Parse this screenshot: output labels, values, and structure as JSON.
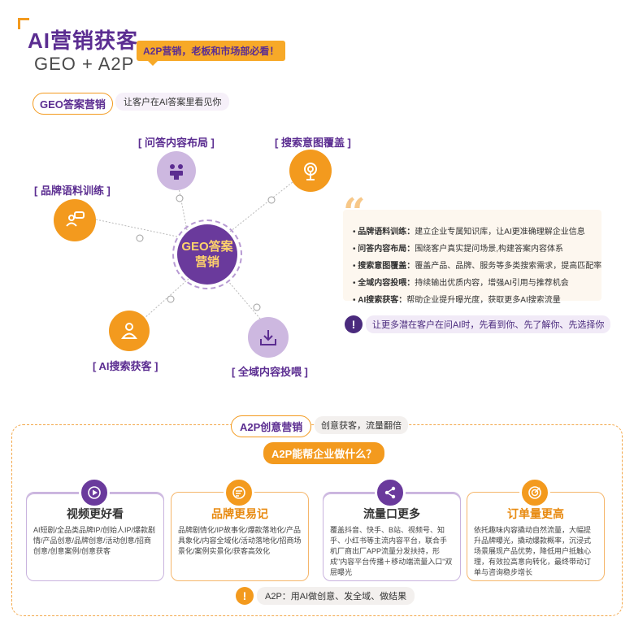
{
  "header": {
    "title": "AI营销获客",
    "subtitle": "GEO + A2P",
    "tag": "A2P营销，老板和市场部必看！"
  },
  "geo": {
    "pill": "GEO答案营销",
    "desc": "让客户在AI答案里看见你",
    "center_line1": "GEO答案",
    "center_line2": "营销",
    "nodes": {
      "qa": "[ 问答内容布局 ]",
      "search": "[ 搜索意图覆盖 ]",
      "brand": "[ 品牌语料训练 ]",
      "ai": "[ AI搜索获客 ]",
      "all": "[ 全域内容投喂 ]"
    },
    "list": [
      {
        "k": "品牌语料训练：",
        "v": "建立企业专属知识库，让AI更准确理解企业信息"
      },
      {
        "k": "问答内容布局：",
        "v": "围绕客户真实提问场景,构建答案内容体系"
      },
      {
        "k": "搜索意图覆盖：",
        "v": "覆盖产品、品牌、服务等多类搜索需求，提高匹配率"
      },
      {
        "k": "全域内容投喂：",
        "v": "持续输出优质内容，增强AI引用与推荐机会"
      },
      {
        "k": "AI搜索获客：",
        "v": "帮助企业提升曝光度，获取更多AI搜索流量"
      }
    ],
    "note_icon": "!",
    "note": "让更多潜在客户在问AI时，先看到你、先了解你、先选择你"
  },
  "a2p": {
    "pill": "A2P创意营销",
    "desc": "创意获客，流量翻倍",
    "question": "A2P能帮企业做什么？",
    "cards": [
      {
        "title": "视频更好看",
        "text": "AI短剧/全品类品牌IP/创始人IP/爆款剧情/产品创意/品牌创意/活动创意/招商创意/创意案例/创意获客"
      },
      {
        "title": "品牌更易记",
        "text": "品牌剧情化/IP故事化/爆款落地化/产品具象化/内容全域化/活动落地化/招商场景化/案例实景化/获客高效化"
      },
      {
        "title": "流量口更多",
        "text": "覆盖抖音、快手、B站、视频号、知乎、小红书等主流内容平台，联合手机厂商出厂APP流量分发扶持，形成\"内容平台传播＋移动端流量入口\"双层曝光"
      },
      {
        "title": "订单量更高",
        "text": "依托趣味内容撬动自然流量，大幅提升品牌曝光，撬动爆款概率，沉浸式场景展现产品优势，降低用户抵触心理，有效拉高意向转化，最终带动订单与咨询稳步增长"
      }
    ],
    "bottom_icon": "!",
    "bottom": "A2P：用AI做创意、发全域、做结果"
  },
  "colors": {
    "purple": "#5b2d91",
    "orange": "#f39a1e",
    "light_purple": "#cdb8e0"
  }
}
